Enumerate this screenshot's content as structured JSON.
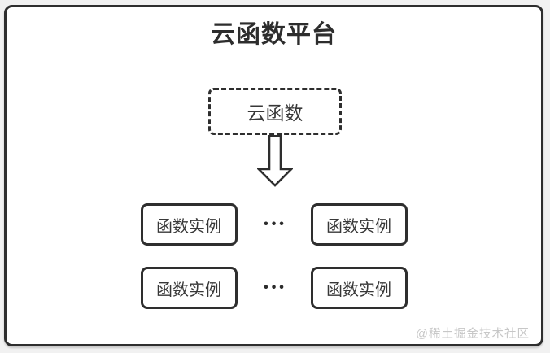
{
  "diagram": {
    "title": "云函数平台",
    "platform": {
      "cloud_function": {
        "label": "云函数"
      }
    },
    "arrow_icon": "down-arrow",
    "instances": {
      "rows": [
        {
          "left": "函数实例",
          "separator": "•••",
          "right": "函数实例"
        },
        {
          "left": "函数实例",
          "separator": "•••",
          "right": "函数实例"
        }
      ]
    }
  },
  "watermark": "@稀土掘金技术社区",
  "colors": {
    "border": "#2e2e2e",
    "text": "#383838",
    "title_text": "#2d2d2d",
    "watermark_text": "#c7c7c7",
    "background": "#ffffff",
    "page_background": "#f1f1f1"
  }
}
